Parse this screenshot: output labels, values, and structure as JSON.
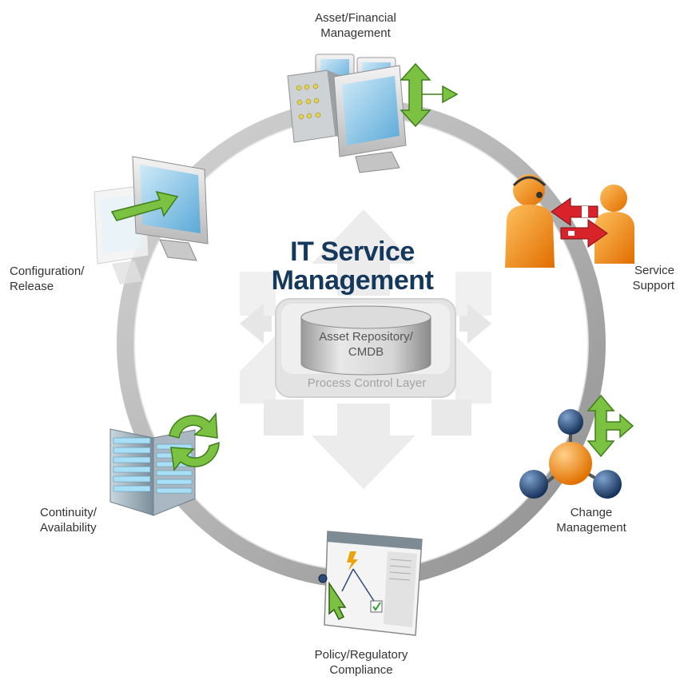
{
  "title": {
    "line1": "IT Service",
    "line2": "Management"
  },
  "center": {
    "repository": {
      "line1": "Asset Repository/",
      "line2": "CMDB"
    },
    "layer": "Process Control Layer"
  },
  "nodes": {
    "asset": {
      "line1": "Asset/Financial",
      "line2": "Management"
    },
    "service": {
      "line1": "Service",
      "line2": "Support"
    },
    "change": {
      "line1": "Change",
      "line2": "Management"
    },
    "policy": {
      "line1": "Policy/Regulatory",
      "line2": "Compliance"
    },
    "continuity": {
      "line1": "Continuity/",
      "line2": "Availability"
    },
    "configuration": {
      "line1": "Configuration/",
      "line2": "Release"
    }
  },
  "colors": {
    "title": "#15385d",
    "ring": "#a9a9a9",
    "green_arrow": "#7cc242",
    "orange": "#f08a16",
    "red_arrow": "#d9232a",
    "blue_node": "#1e3d6a",
    "screen_blue": "#8fc8ea"
  }
}
